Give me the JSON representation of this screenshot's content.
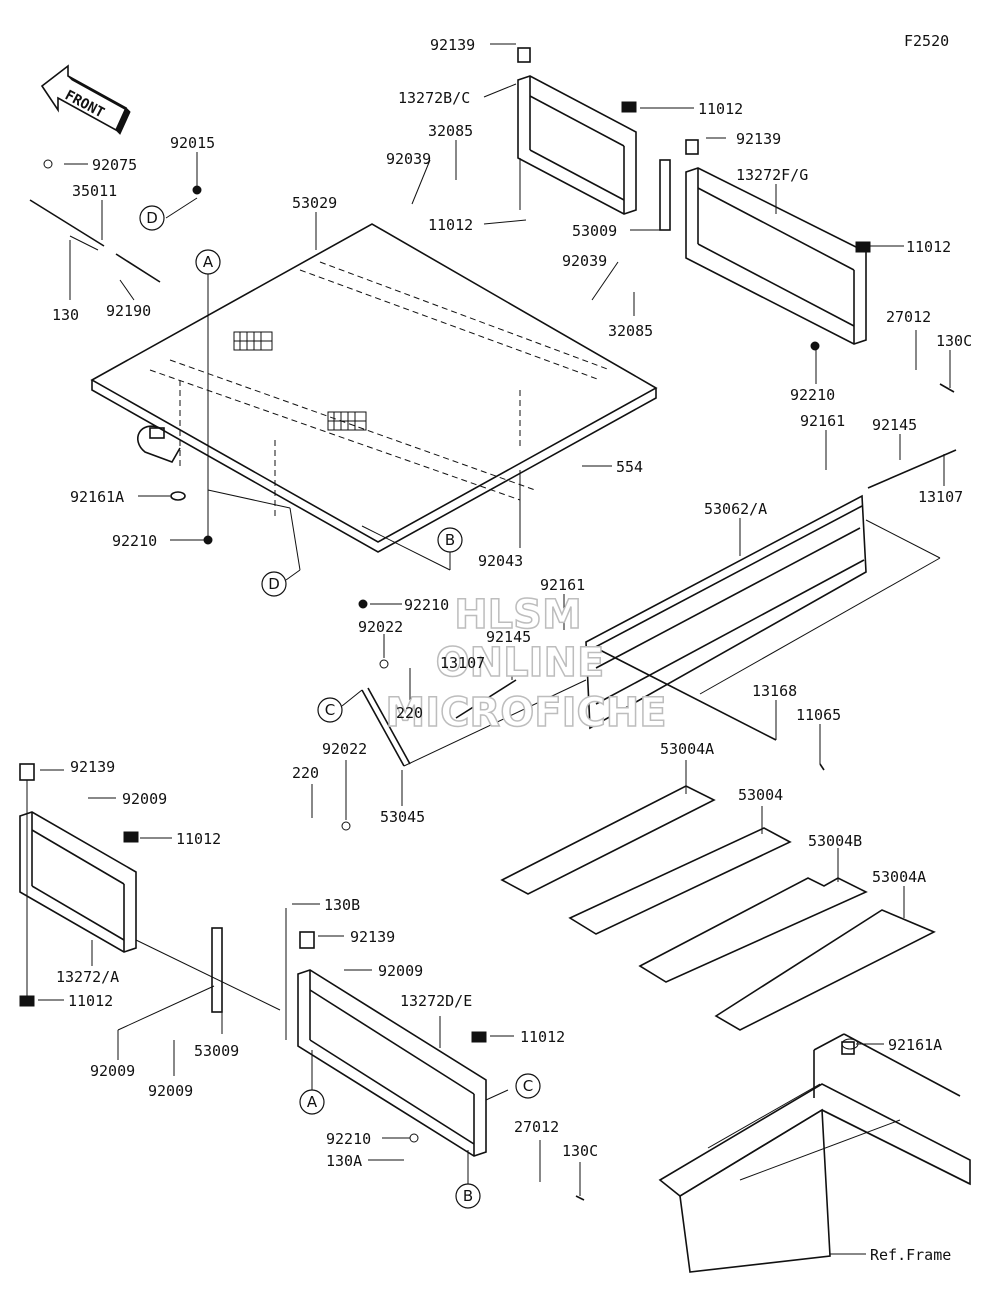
{
  "figure_code": "F2520",
  "front_arrow_text": "FRONT",
  "watermark": [
    "HLSM",
    "ONLINE",
    "MICROFICHE"
  ],
  "callouts": {
    "A": "A",
    "B": "B",
    "C": "C",
    "D": "D"
  },
  "labels": {
    "p92139_top": "92139",
    "p13272BC": "13272B/C",
    "p11012_a": "11012",
    "p32085_a": "32085",
    "p92039_a": "92039",
    "p11012_b": "11012",
    "p92139_b": "92139",
    "p13272FG": "13272F/G",
    "p11012_c": "11012",
    "p53009_a": "53009",
    "p92039_b": "92039",
    "p32085_b": "32085",
    "p27012_a": "27012",
    "p130C_a": "130C",
    "p92210_a": "92210",
    "p92075": "92075",
    "p92015": "92015",
    "p35011": "35011",
    "p53029": "53029",
    "p130": "130",
    "p92190": "92190",
    "p92161A_a": "92161A",
    "p92210_b": "92210",
    "p92043": "92043",
    "p554": "554",
    "p92161_a": "92161",
    "p92145_a": "92145",
    "p13107_a": "13107",
    "p53062A": "53062/A",
    "p92210_c": "92210",
    "p92161_b": "92161",
    "p92145_b": "92145",
    "p92022_a": "92022",
    "p13107_b": "13107",
    "p220_a": "220",
    "p13168": "13168",
    "p11065": "11065",
    "p92022_b": "92022",
    "p220_b": "220",
    "p53045": "53045",
    "p92139_c": "92139",
    "p92009_a": "92009",
    "p11012_d": "11012",
    "p53004A_a": "53004A",
    "p53004": "53004",
    "p53004B": "53004B",
    "p53004A_b": "53004A",
    "p13272A": "13272/A",
    "p11012_e": "11012",
    "p130B": "130B",
    "p92139_d": "92139",
    "p92009_b": "92009",
    "p13272DE": "13272D/E",
    "p11012_f": "11012",
    "p92009_c": "92009",
    "p53009_b": "53009",
    "p92009_d": "92009",
    "p92161A_b": "92161A",
    "p92210_d": "92210",
    "p130A": "130A",
    "p27012_b": "27012",
    "p130C_b": "130C",
    "pRefFrame": "Ref.Frame"
  }
}
